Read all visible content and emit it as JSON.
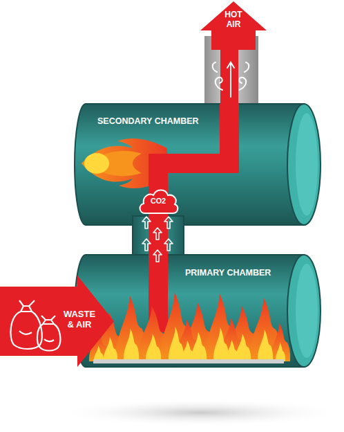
{
  "diagram": {
    "nodes": [
      {
        "text": [
          "HOT AIR"
        ]
      },
      {
        "text": [
          "SECONDARY CHAMBER"
        ]
      },
      {
        "text": [
          "CO2"
        ]
      },
      {
        "text": [
          "PRIMARY CHAMBER"
        ]
      },
      {
        "text": [
          "WASTE & AIR"
        ]
      }
    ],
    "edges": [
      {
        "from": 3,
        "to": 1,
        "arrow": "none"
      },
      {
        "from": 1,
        "to": 0,
        "arrow": "none"
      }
    ]
  }
}
